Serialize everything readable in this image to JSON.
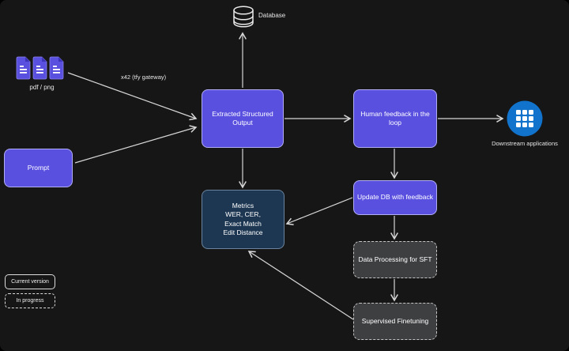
{
  "canvas": {
    "background": "#161616",
    "line_color": "#d6d6d6"
  },
  "colors": {
    "node_purple": "#5a50e0",
    "node_navy": "#1d3752",
    "node_gray": "#3e3f41",
    "downstream_circle_blue": "#1173cc",
    "doc_icon_purple": "#5a50e0"
  },
  "nodes": {
    "database": {
      "label": "Database",
      "icon": "database-cylinder-icon"
    },
    "documents": {
      "label": "pdf / png",
      "icon": "document-files-icon"
    },
    "gateway_note": {
      "label": "x42 (tfy gateway)"
    },
    "prompt": {
      "label": "Prompt"
    },
    "extracted": {
      "label": "Extracted Structured Output"
    },
    "human_feedback": {
      "label": "Human feedback in the loop"
    },
    "downstream": {
      "label": "Downstream applications",
      "icon": "grid-apps-icon"
    },
    "metrics": {
      "lines": [
        "Metrics",
        "WER, CER,",
        "Exact Match",
        "Edit Distance"
      ]
    },
    "update_db": {
      "label": "Update DB with feedback"
    },
    "data_processing": {
      "label": "Data Processing for SFT"
    },
    "supervised": {
      "label": "Supervised Finetuning"
    }
  },
  "legend": {
    "current": "Current version",
    "in_progress": "In progress"
  },
  "edges": [
    "documents -> extracted",
    "prompt -> extracted",
    "extracted -> database",
    "extracted -> human_feedback",
    "human_feedback -> downstream",
    "human_feedback -> update_db",
    "extracted -> metrics",
    "update_db -> metrics",
    "update_db -> data_processing",
    "data_processing -> supervised",
    "supervised -> metrics"
  ]
}
